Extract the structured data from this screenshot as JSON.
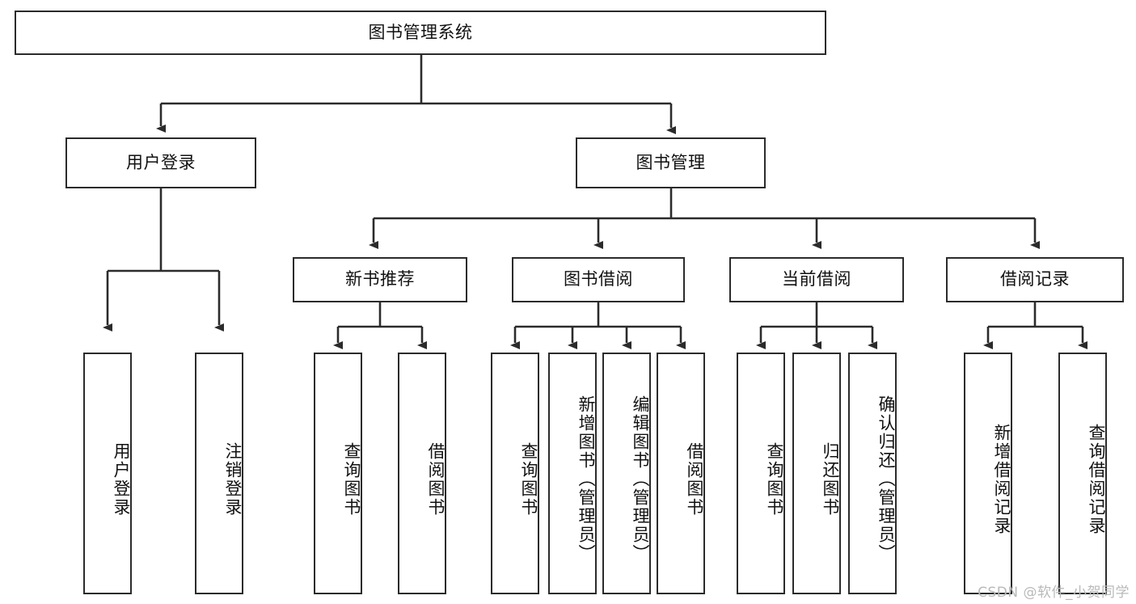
{
  "diagram": {
    "title": "图书管理系统",
    "type": "tree-hierarchy-chart",
    "colors": {
      "box_border": "#2b2b2b",
      "box_fill": "#ffffff",
      "edge": "#2b2b2b",
      "text": "#111111",
      "watermark": "#b9b9b9",
      "background": "#ffffff"
    },
    "root": {
      "label": "图书管理系统"
    },
    "level2": [
      {
        "label": "用户登录"
      },
      {
        "label": "图书管理"
      }
    ],
    "level3": [
      {
        "label": "新书推荐"
      },
      {
        "label": "图书借阅"
      },
      {
        "label": "当前借阅"
      },
      {
        "label": "借阅记录"
      }
    ],
    "leaves": {
      "user_login": [
        {
          "label": "用户登录"
        },
        {
          "label": "注销登录"
        }
      ],
      "new_book_recommend": [
        {
          "label": "查询图书"
        },
        {
          "label": "借阅图书"
        }
      ],
      "book_borrow": [
        {
          "label": "查询图书"
        },
        {
          "label": "新增图书（管理员）"
        },
        {
          "label": "编辑图书（管理员）"
        },
        {
          "label": "借阅图书"
        }
      ],
      "current_borrow": [
        {
          "label": "查询图书"
        },
        {
          "label": "归还图书"
        },
        {
          "label": "确认归还（管理员）"
        }
      ],
      "borrow_record": [
        {
          "label": "新增借阅记录"
        },
        {
          "label": "查询借阅记录"
        }
      ]
    },
    "watermark": "CSDN @软件_小贺同学"
  }
}
